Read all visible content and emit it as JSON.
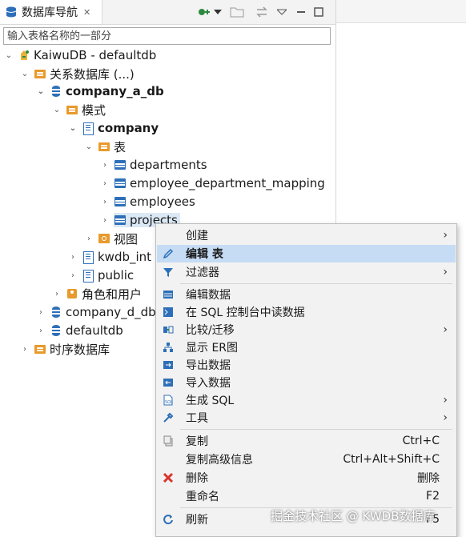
{
  "tab": {
    "title": "数据库导航",
    "close": "✕"
  },
  "search": {
    "placeholder": "输入表格名称的一部分"
  },
  "tree": [
    {
      "label": "KaiwuDB - defaultdb",
      "twisty": "v",
      "bold": false
    },
    {
      "label": "关系数据库 (...)",
      "twisty": "v",
      "bold": false
    },
    {
      "label": "company_a_db",
      "twisty": "v",
      "bold": true
    },
    {
      "label": "模式",
      "twisty": "v",
      "bold": false
    },
    {
      "label": "company",
      "twisty": "v",
      "bold": true
    },
    {
      "label": "表",
      "twisty": "v",
      "bold": false
    },
    {
      "label": "departments",
      "twisty": ">",
      "bold": false
    },
    {
      "label": "employee_department_mapping",
      "twisty": ">",
      "bold": false
    },
    {
      "label": "employees",
      "twisty": ">",
      "bold": false
    },
    {
      "label": "projects",
      "twisty": ">",
      "bold": false,
      "selected": true
    },
    {
      "label": "视图",
      "twisty": ">",
      "bold": false
    },
    {
      "label": "kwdb_int",
      "twisty": ">",
      "bold": false
    },
    {
      "label": "public",
      "twisty": ">",
      "bold": false
    },
    {
      "label": "角色和用户",
      "twisty": ">",
      "bold": false
    },
    {
      "label": "company_d_db",
      "twisty": ">",
      "bold": false
    },
    {
      "label": "defaultdb",
      "twisty": ">",
      "bold": false
    },
    {
      "label": "时序数据库",
      "twisty": ">",
      "bold": false
    }
  ],
  "menu": [
    {
      "label": "创建",
      "shortcut": "",
      "submenu": true,
      "icon": ""
    },
    {
      "label": "编辑 表",
      "shortcut": "",
      "submenu": false,
      "icon": "pencil-icon",
      "highlight": true
    },
    {
      "label": "过滤器",
      "shortcut": "",
      "submenu": true,
      "icon": "filter-icon"
    },
    {
      "label": "编辑数据",
      "shortcut": "",
      "submenu": false,
      "icon": "edit-data-icon"
    },
    {
      "label": "在 SQL 控制台中读数据",
      "shortcut": "",
      "submenu": false,
      "icon": "sql-console-icon"
    },
    {
      "label": "比较/迁移",
      "shortcut": "",
      "submenu": true,
      "icon": "compare-icon"
    },
    {
      "label": "显示 ER图",
      "shortcut": "",
      "submenu": false,
      "icon": "er-diagram-icon"
    },
    {
      "label": "导出数据",
      "shortcut": "",
      "submenu": false,
      "icon": "export-icon"
    },
    {
      "label": "导入数据",
      "shortcut": "",
      "submenu": false,
      "icon": "import-icon"
    },
    {
      "label": "生成 SQL",
      "shortcut": "",
      "submenu": true,
      "icon": "generate-sql-icon"
    },
    {
      "label": "工具",
      "shortcut": "",
      "submenu": true,
      "icon": "tools-icon"
    },
    {
      "label": "复制",
      "shortcut": "Ctrl+C",
      "submenu": false,
      "icon": "copy-icon"
    },
    {
      "label": "复制高级信息",
      "shortcut": "Ctrl+Alt+Shift+C",
      "submenu": false,
      "icon": ""
    },
    {
      "label": "删除",
      "shortcut": "删除",
      "submenu": false,
      "icon": "delete-icon"
    },
    {
      "label": "重命名",
      "shortcut": "F2",
      "submenu": false,
      "icon": ""
    },
    {
      "label": "刷新",
      "shortcut": "F5",
      "submenu": false,
      "icon": "refresh-icon"
    }
  ],
  "watermark": "掘金技术社区 @ KWDB数据库",
  "colors": {
    "accent": "#2d6fb8",
    "folder": "#e89a2c",
    "highlight": "#c5dcf4",
    "delete": "#d9342b"
  }
}
